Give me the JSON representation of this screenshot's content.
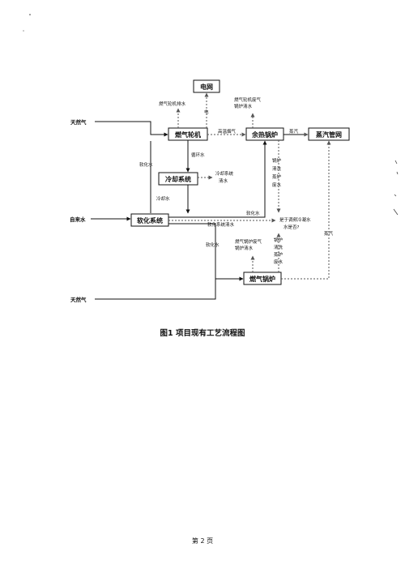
{
  "figure": {
    "caption": "图1   项目现有工艺流程图",
    "boxes": {
      "grid": "电网",
      "gas_turbine": "燃气轮机",
      "hrsg": "余热锅炉",
      "steam_net": "蒸汽管网",
      "cooling": "冷却系统",
      "softening": "软化系统",
      "gas_boiler": "燃气锅炉"
    },
    "inputs": {
      "gas_top": "天然气",
      "tap_water": "自来水",
      "gas_bottom": "天然气"
    },
    "labels": {
      "turbine_drain": "燃气轮机排水",
      "electricity": "电",
      "turbine_waste_gas": "燃气轮机废气",
      "boiler_blowdown": "锅炉清水",
      "high_temp_flue": "高温烟气",
      "steam_1": "蒸汽",
      "circulating_water": "循环水",
      "soft_water_1": "软化水",
      "cooling_drain_1": "冷却系统",
      "cooling_drain_2": "清水",
      "cooling_water": "冷却水",
      "soft_water_2": "软化水",
      "softening_drain": "软化系统清水",
      "blowdown_v1": "锅炉",
      "blowdown_v2": "清洗",
      "blowdown_v3": "蒸炉",
      "blowdown_v4": "废水",
      "reuse_q1": "是于调频冷凝水",
      "reuse_q2": "水是否?",
      "steam_2": "蒸汽",
      "soft_water_3": "软化水",
      "gas_boiler_waste_gas": "燃气锅炉废气",
      "gas_boiler_blowdown": "锅炉清水",
      "blowdown2_v1": "锅炉",
      "blowdown2_v2": "清洗",
      "blowdown2_v3": "蒸炉",
      "blowdown2_v4": "废水"
    }
  },
  "page_number": "第 2 页",
  "colors": {
    "line": "#111111",
    "dashed": "#555555",
    "box_fill": "#ffffff"
  }
}
